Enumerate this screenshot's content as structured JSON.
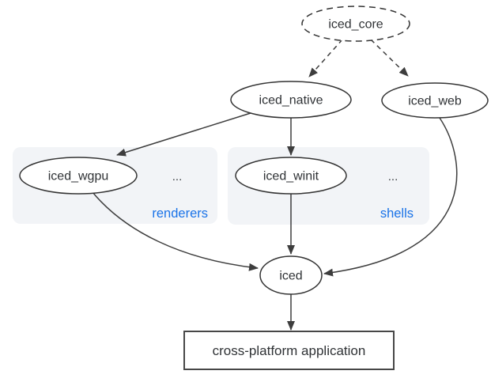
{
  "nodes": {
    "iced_core": "iced_core",
    "iced_native": "iced_native",
    "iced_web": "iced_web",
    "iced_wgpu": "iced_wgpu",
    "iced_winit": "iced_winit",
    "iced": "iced",
    "application": "cross-platform application"
  },
  "groups": {
    "renderers": {
      "label": "renderers",
      "ellipsis": "..."
    },
    "shells": {
      "label": "shells",
      "ellipsis": "..."
    }
  },
  "edges": [
    {
      "from": "iced_core",
      "to": "iced_native",
      "style": "dashed"
    },
    {
      "from": "iced_core",
      "to": "iced_web",
      "style": "dashed"
    },
    {
      "from": "iced_native",
      "to": "iced_wgpu",
      "style": "solid"
    },
    {
      "from": "iced_native",
      "to": "iced_winit",
      "style": "solid"
    },
    {
      "from": "iced_wgpu",
      "to": "iced",
      "style": "solid"
    },
    {
      "from": "iced_winit",
      "to": "iced",
      "style": "solid"
    },
    {
      "from": "iced_web",
      "to": "iced",
      "style": "solid"
    },
    {
      "from": "iced",
      "to": "application",
      "style": "solid"
    }
  ],
  "colors": {
    "background": "#ffffff",
    "group_fill": "#f2f4f7",
    "group_label": "#1a73e8",
    "node_stroke": "#333333",
    "edge": "#3d3d3d",
    "text": "#2f3235",
    "box_stroke": "#474747"
  }
}
